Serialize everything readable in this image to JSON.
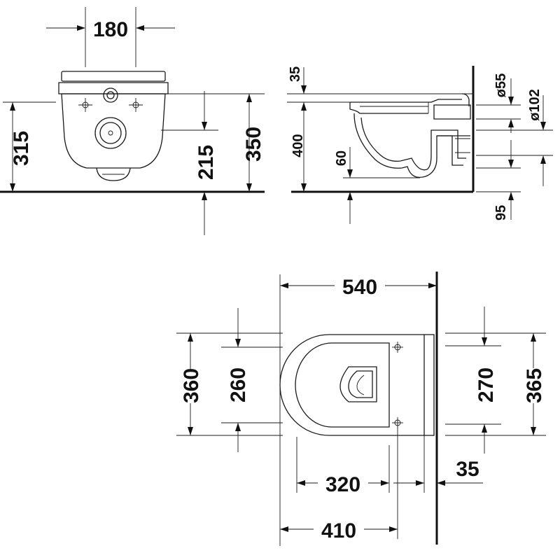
{
  "front_view": {
    "width": "180",
    "left_height": "315",
    "center_height": "215",
    "right_height": "350"
  },
  "side_view": {
    "top_offset": "35",
    "height": "400",
    "outlet_height": "60",
    "diameter_small": "ø55",
    "diameter_large": "ø102",
    "bottom_offset": "95"
  },
  "plan_view": {
    "length": "540",
    "width_outer_left": "360",
    "width_inner_left": "260",
    "width_inner_right": "270",
    "width_outer_right": "365",
    "wall_offset": "35",
    "bowl_length": "320",
    "fixing_length": "410"
  }
}
